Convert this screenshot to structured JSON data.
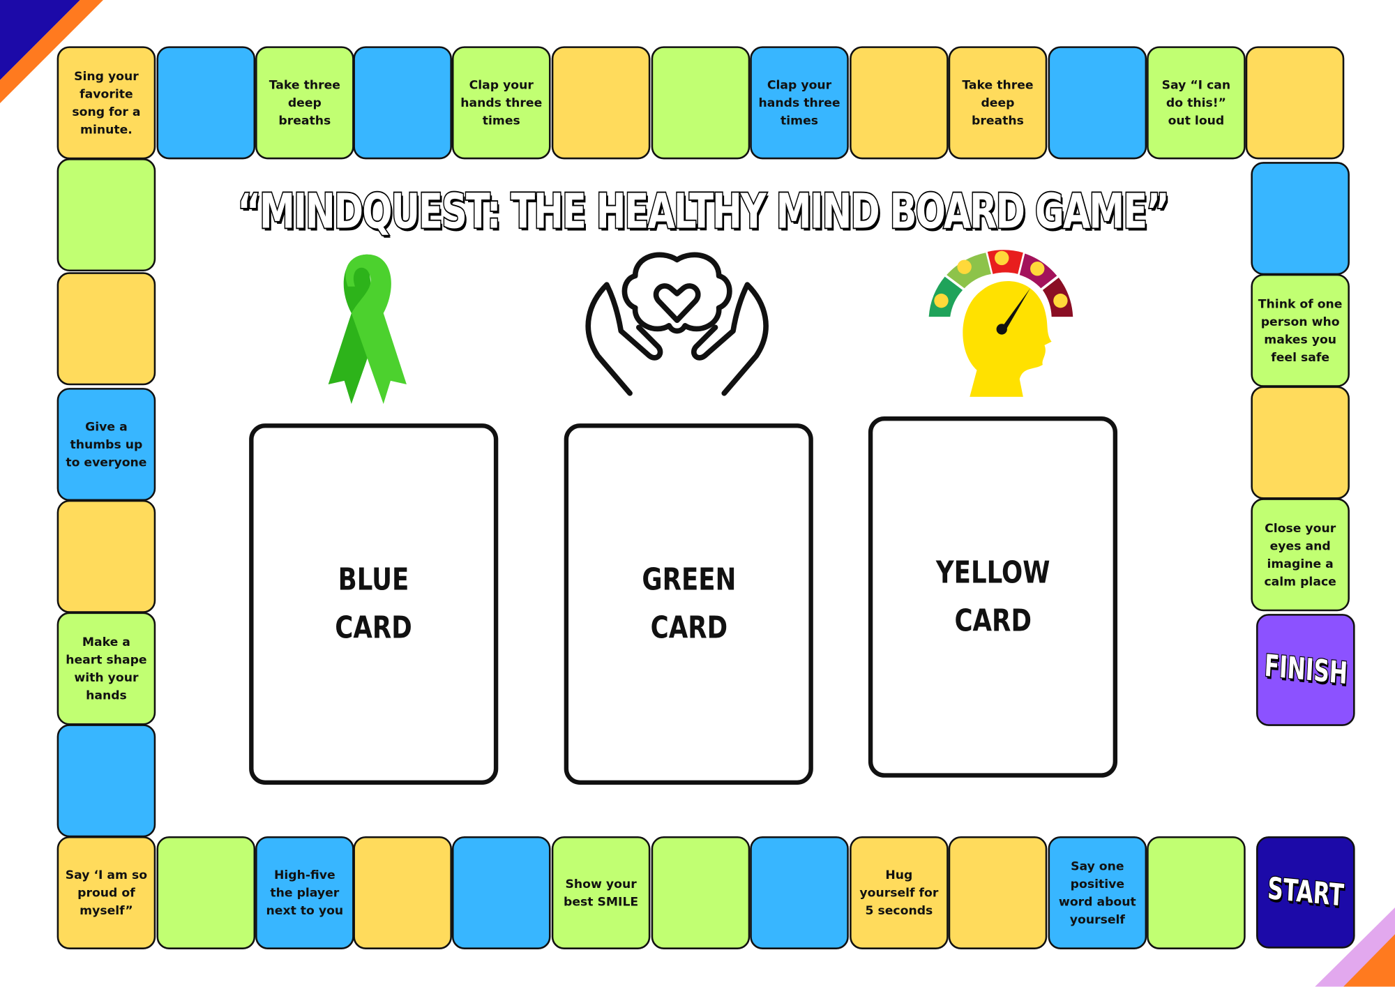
{
  "title": "“MINDQUEST: THE HEALTHY MIND BOARD GAME”",
  "colors": {
    "yellow": "#FFDB5C",
    "blue": "#38B6FF",
    "green": "#C1FF72",
    "finish": "#8C52FF",
    "start": "#1C0AA8"
  },
  "cards": [
    {
      "label": "BLUE\nCARD",
      "color": "blue"
    },
    {
      "label": "GREEN\nCARD",
      "color": "green"
    },
    {
      "label": "YELLOW\nCARD",
      "color": "yellow"
    }
  ],
  "illustrations": [
    "awareness-ribbon-icon",
    "brain-in-hands-icon",
    "head-mood-gauge-icon"
  ],
  "top_row": [
    {
      "color": "yellow",
      "text": "Sing your favorite song for a minute."
    },
    {
      "color": "blue",
      "text": ""
    },
    {
      "color": "green",
      "text": "Take three deep breaths"
    },
    {
      "color": "blue",
      "text": ""
    },
    {
      "color": "green",
      "text": "Clap your hands three times"
    },
    {
      "color": "yellow",
      "text": ""
    },
    {
      "color": "green",
      "text": ""
    },
    {
      "color": "blue",
      "text": "Clap your hands three times"
    },
    {
      "color": "yellow",
      "text": ""
    },
    {
      "color": "yellow",
      "text": "Take three deep breaths"
    },
    {
      "color": "blue",
      "text": ""
    },
    {
      "color": "green",
      "text": "Say “I can do this!” out loud"
    },
    {
      "color": "yellow",
      "text": ""
    }
  ],
  "left_column": [
    {
      "color": "green",
      "text": ""
    },
    {
      "color": "yellow",
      "text": ""
    },
    {
      "color": "blue",
      "text": "Give a thumbs up to everyone"
    },
    {
      "color": "yellow",
      "text": ""
    },
    {
      "color": "green",
      "text": "Make a heart shape with your hands"
    },
    {
      "color": "blue",
      "text": ""
    }
  ],
  "bottom_row": [
    {
      "color": "yellow",
      "text": "Say ‘I am so proud of myself”"
    },
    {
      "color": "green",
      "text": ""
    },
    {
      "color": "blue",
      "text": "High-five the player next to you"
    },
    {
      "color": "yellow",
      "text": ""
    },
    {
      "color": "blue",
      "text": ""
    },
    {
      "color": "green",
      "text": "Show your best SMILE"
    },
    {
      "color": "green",
      "text": ""
    },
    {
      "color": "blue",
      "text": ""
    },
    {
      "color": "yellow",
      "text": "Hug yourself for 5 seconds"
    },
    {
      "color": "yellow",
      "text": ""
    },
    {
      "color": "blue",
      "text": "Say one positive word about yourself"
    },
    {
      "color": "green",
      "text": ""
    }
  ],
  "right_column": [
    {
      "color": "blue",
      "text": ""
    },
    {
      "color": "green",
      "text": "Think of one person who makes you feel safe"
    },
    {
      "color": "yellow",
      "text": ""
    },
    {
      "color": "green",
      "text": "Close your eyes and imagine a calm place"
    }
  ],
  "start_label": "START",
  "finish_label": "FINISH"
}
